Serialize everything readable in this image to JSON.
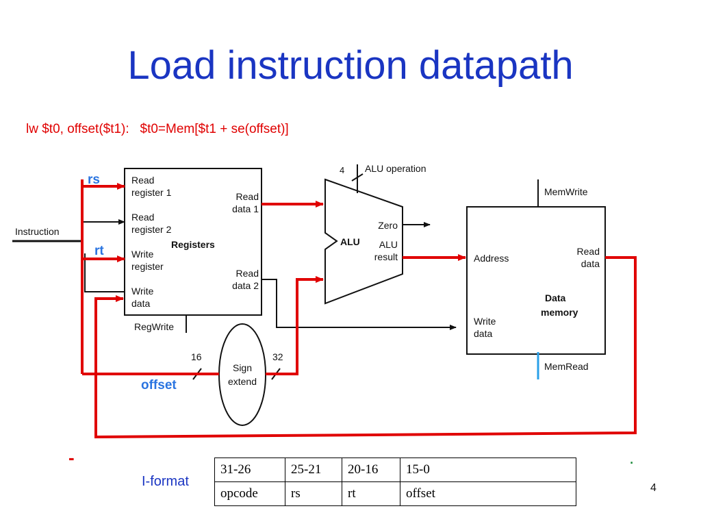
{
  "slide": {
    "title": "Load instruction datapath",
    "subtitle": "lw $t0, offset($t1):   $t0=Mem[$t1 + se(offset)]",
    "page_number": "4",
    "dash_mark": "-",
    "dot_mark": "."
  },
  "diagram": {
    "instruction_label": "Instruction",
    "registers": {
      "title": "Registers",
      "read_register_1": [
        "Read",
        "register 1"
      ],
      "read_register_2": [
        "Read",
        "register 2"
      ],
      "write_register": [
        "Write",
        "register"
      ],
      "write_data": [
        "Write",
        "data"
      ],
      "read_data_1": [
        "Read",
        "data 1"
      ],
      "read_data_2": [
        "Read",
        "data 2"
      ],
      "control": "RegWrite"
    },
    "alu": {
      "title": "ALU",
      "zero": "Zero",
      "result": [
        "ALU",
        "result"
      ],
      "operation": "ALU operation",
      "operation_bits": "4"
    },
    "data_memory": {
      "title": [
        "Data",
        "memory"
      ],
      "address": "Address",
      "write_data": [
        "Write",
        "data"
      ],
      "read_data": [
        "Read",
        "data"
      ],
      "mem_write": "MemWrite",
      "mem_read": "MemRead"
    },
    "sign_extend": {
      "title": [
        "Sign",
        "extend"
      ],
      "in_bits": "16",
      "out_bits": "32"
    },
    "annotations": {
      "rs": "rs",
      "rt": "rt",
      "offset": "offset"
    }
  },
  "format_table": {
    "label": "I-format",
    "headers": [
      "31-26",
      "25-21",
      "20-16",
      "15-0"
    ],
    "fields": [
      "opcode",
      "rs",
      "rt",
      "offset"
    ]
  },
  "colors": {
    "title": "#1a35c2",
    "highlight": "#e00000",
    "annotation": "#2a74e0"
  }
}
